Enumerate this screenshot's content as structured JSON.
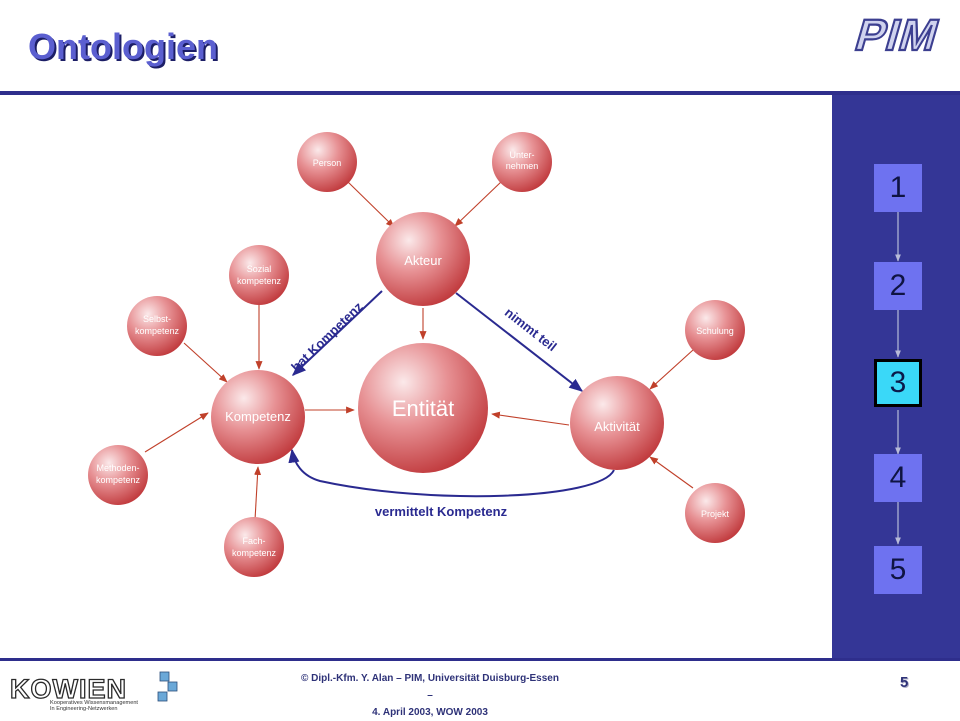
{
  "slide": {
    "title": "Ontologien",
    "logo_text": "PIM",
    "page_number": "5",
    "footer": {
      "line1": "© Dipl.-Kfm. Y. Alan – PIM, Universität Duisburg-Essen –",
      "line2": "4. April 2003, WOW 2003"
    },
    "kowien_logo": {
      "word": "KOWIEN",
      "line1": "Kooperatives Wissensmanagement",
      "line2": "In Engineering-Netzwerken"
    }
  },
  "nav": {
    "items": [
      "1",
      "2",
      "3",
      "4",
      "5"
    ],
    "active": "3"
  },
  "diagram": {
    "nodes": {
      "entitaet": "Entität",
      "akteur": "Akteur",
      "kompetenz": "Kompetenz",
      "aktivitaet": "Aktivität",
      "person": "Person",
      "unternehmen": [
        "Unter-",
        "nehmen"
      ],
      "sozialkompetenz": [
        "Sozial",
        "kompetenz"
      ],
      "selbstkompetenz": [
        "Selbst-",
        "kompetenz"
      ],
      "methodenkompetenz": [
        "Methoden-",
        "kompetenz"
      ],
      "fachkompetenz": [
        "Fach-",
        "kompetenz"
      ],
      "schulung": "Schulung",
      "projekt": "Projekt"
    },
    "edge_labels": {
      "hat_kompetenz": "hat Kompetenz",
      "nimmt_teil": "nimmt teil",
      "vermittelt_kompetenz": "vermittelt Kompetenz"
    },
    "colors": {
      "node_dark": "#c0393c",
      "node_light": "#fbe9ea",
      "arrow_thin": "#c0402a",
      "arrow_relation": "#2a2a90"
    }
  }
}
